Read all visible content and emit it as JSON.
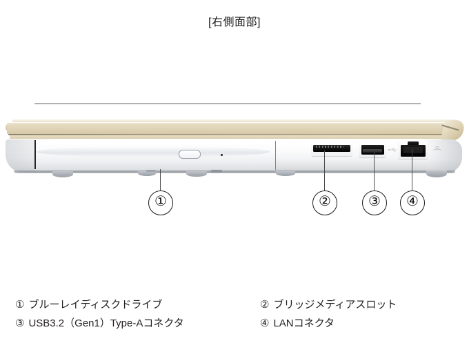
{
  "title": "[右側面部]",
  "photo": {
    "alt_name": "laptop-right-side-view",
    "lid_color": "#ded2b4",
    "body_color": "#ffffff",
    "callouts": [
      {
        "marker": "①",
        "name": "optical-drive"
      },
      {
        "marker": "②",
        "name": "bridge-media-slot"
      },
      {
        "marker": "③",
        "name": "usb-type-a-port"
      },
      {
        "marker": "④",
        "name": "lan-port"
      }
    ]
  },
  "legend": {
    "rows": [
      [
        {
          "num": "①",
          "label": "ブルーレイディスクドライブ"
        },
        {
          "num": "②",
          "label": "ブリッジメディアスロット"
        }
      ],
      [
        {
          "num": "③",
          "label": "USB3.2（Gen1）Type-Aコネクタ"
        },
        {
          "num": "④",
          "label": "LANコネクタ"
        }
      ]
    ]
  }
}
